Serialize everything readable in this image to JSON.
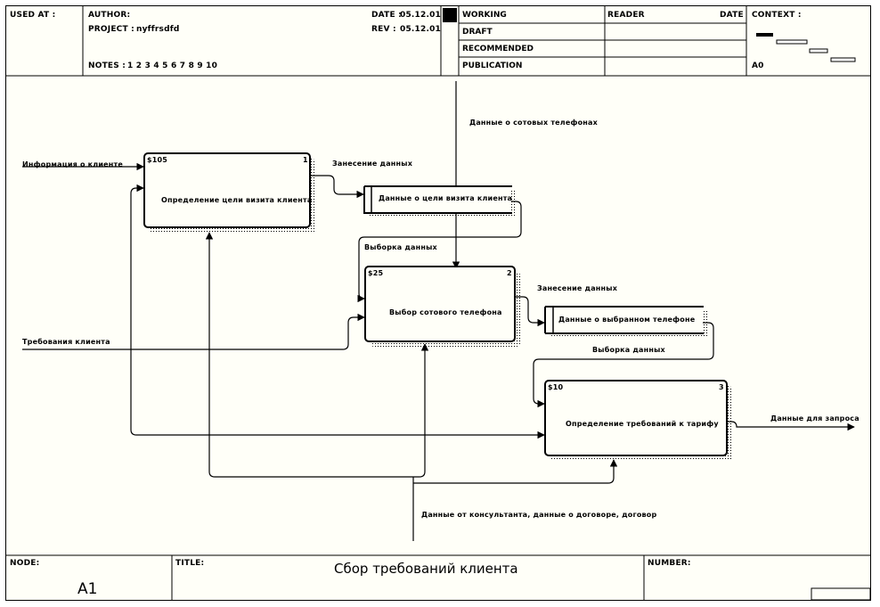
{
  "header": {
    "used_at": "USED AT :",
    "author": "AUTHOR:",
    "project_label": "PROJECT :",
    "project_value": "nyffrsdfd",
    "notes_label": "NOTES :",
    "notes_value": "1 2 3 4 5 6 7 8 9 10",
    "date_label": "DATE :",
    "date_value": "05.12.01",
    "rev_label": "REV :",
    "rev_value": "05.12.01",
    "status": [
      "WORKING",
      "DRAFT",
      "RECOMMENDED",
      "PUBLICATION"
    ],
    "reader": "READER",
    "reader_date": "DATE",
    "context": "CONTEXT :",
    "context_node": "A0"
  },
  "diagram": {
    "boxes": [
      {
        "cost": "$105",
        "num": "1",
        "label": "Определение цели визита клиента"
      },
      {
        "cost": "$25",
        "num": "2",
        "label": "Выбор сотового телефона"
      },
      {
        "cost": "$10",
        "num": "3",
        "label": "Определение требований к тарифу"
      }
    ],
    "stores": [
      {
        "label": "Данные о цели визита клиента"
      },
      {
        "label": "Данные о выбранном телефоне"
      }
    ],
    "arrows": {
      "info_client": "Информация о клиенте",
      "req_client": "Требования клиента",
      "phones_data": "Данные о сотовых телефонах",
      "entry1": "Занесение данных",
      "fetch1": "Выборка данных",
      "entry2": "Занесение данных",
      "fetch2": "Выборка данных",
      "output": "Данные для запроса",
      "consultant": "Данные от консультанта, данные о договоре, договор"
    }
  },
  "footer": {
    "node_label": "NODE:",
    "node_value": "A1",
    "title_label": "TITLE:",
    "title_value": "Сбор требований клиента",
    "number_label": "NUMBER:"
  }
}
